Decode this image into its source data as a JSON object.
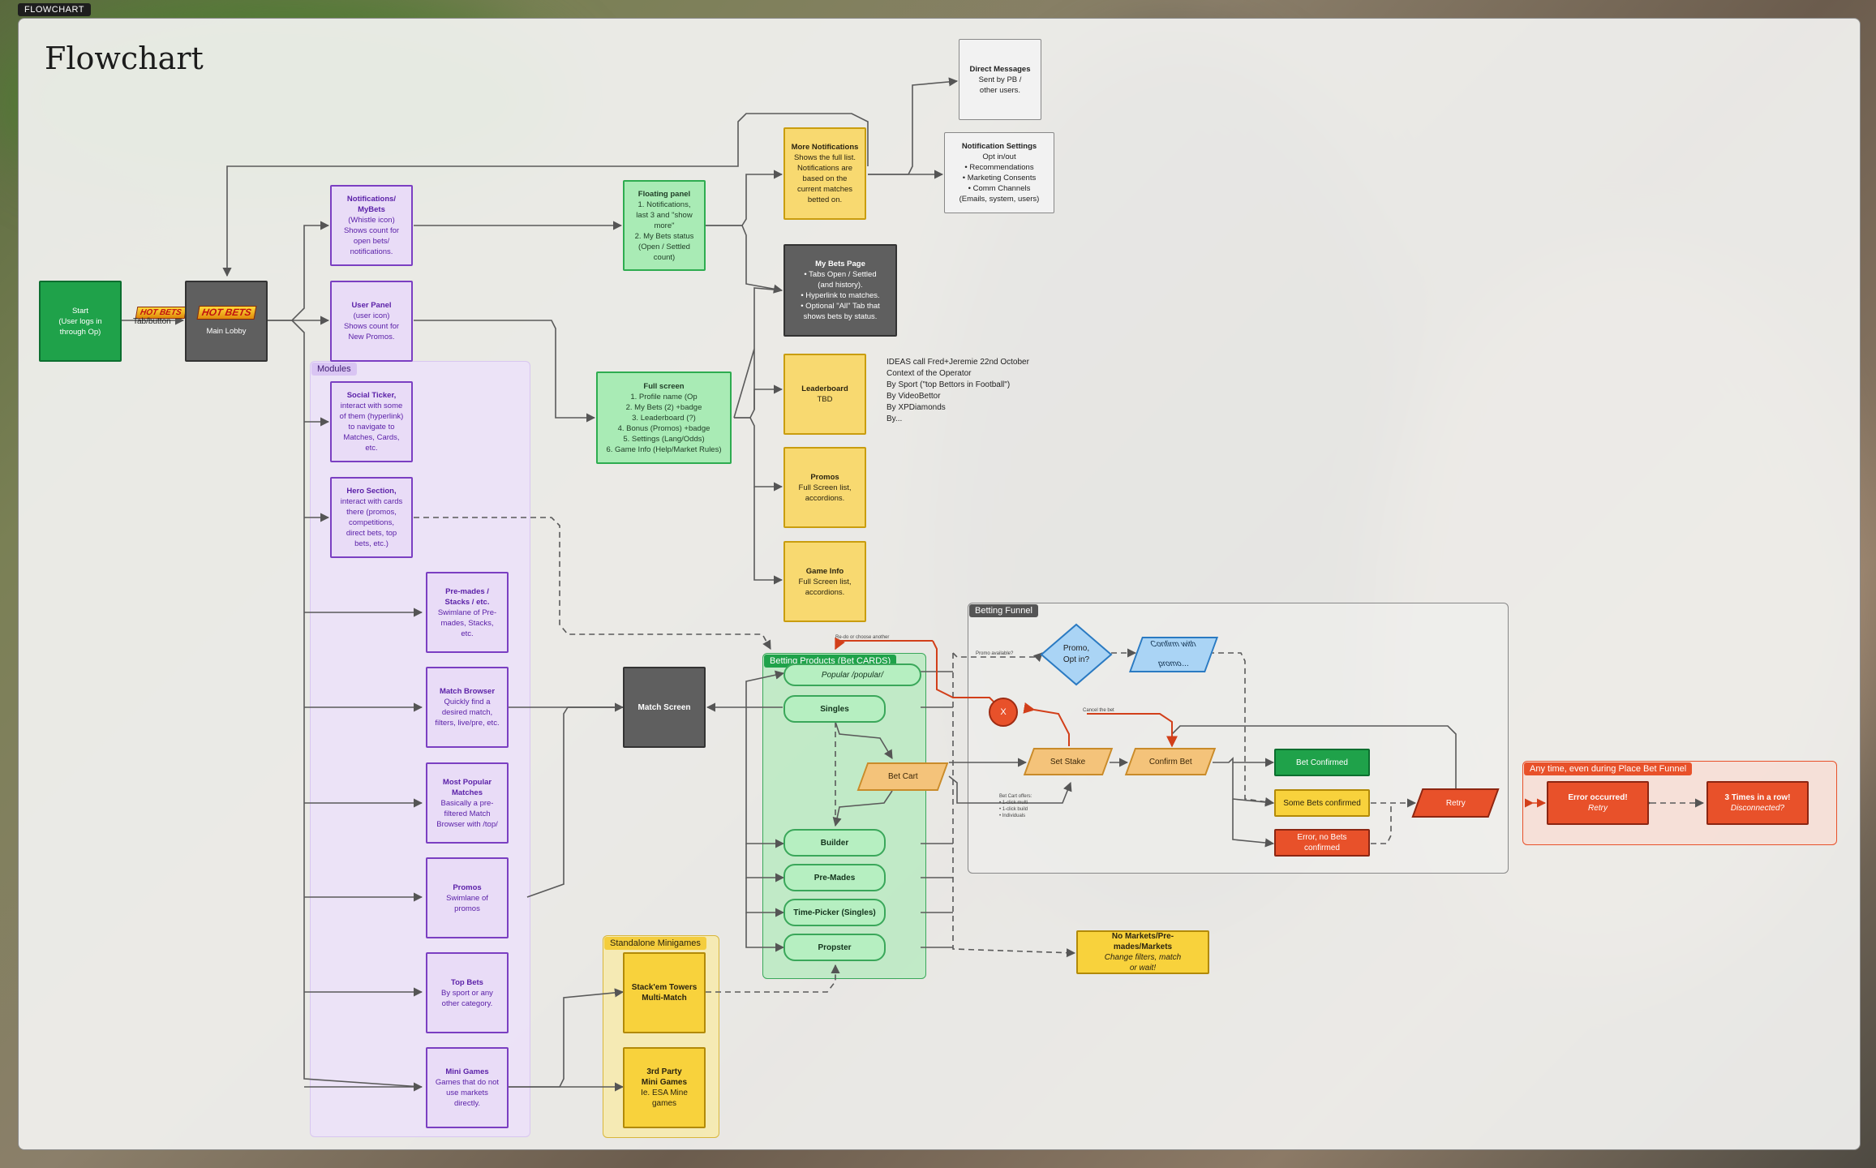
{
  "frame_tag": "FLOWCHART",
  "title": "Flowchart",
  "start": {
    "line1": "Start",
    "line2": "(User logs in",
    "line3": "through Op)"
  },
  "tab_label": "Tab/button",
  "logo_text": "HOT BETS",
  "main_lobby": "Main Lobby",
  "notifications": {
    "title": "Notifications/",
    "title2": "MyBets",
    "l1": "(Whistle icon)",
    "l2": "Shows count for",
    "l3": "open bets/",
    "l4": "notifications."
  },
  "user_panel": {
    "title": "User Panel",
    "l1": "(user icon)",
    "l2": "Shows count for",
    "l3": "New Promos."
  },
  "modules_label": "Modules",
  "social_ticker": {
    "title": "Social Ticker,",
    "l1": "interact with some",
    "l2": "of them (hyperlink)",
    "l3": "to navigate to",
    "l4": "Matches, Cards,",
    "l5": "etc."
  },
  "hero_section": {
    "title": "Hero Section,",
    "l1": "interact with cards",
    "l2": "there (promos,",
    "l3": "competitions,",
    "l4": "direct bets, top",
    "l5": "bets, etc.)"
  },
  "premades": {
    "title": "Pre-mades /",
    "title2": "Stacks / etc.",
    "l1": "Swimlane of Pre-",
    "l2": "mades, Stacks,",
    "l3": "etc."
  },
  "match_browser": {
    "title": "Match Browser",
    "l1": "Quickly find a",
    "l2": "desired match,",
    "l3": "filters, live/pre, etc."
  },
  "most_popular": {
    "title": "Most Popular",
    "title2": "Matches",
    "l1": "Basically a pre-",
    "l2": "filtered Match",
    "l3": "Browser with /top/"
  },
  "promos_module": {
    "title": "Promos",
    "l1": "Swimlane of",
    "l2": "promos"
  },
  "top_bets": {
    "title": "Top Bets",
    "l1": "By sport or any",
    "l2": "other category."
  },
  "mini_games": {
    "title": "Mini Games",
    "l1": "Games that do not",
    "l2": "use markets",
    "l3": "directly."
  },
  "floating_panel": {
    "title": "Floating panel",
    "l1": "1. Notifications,",
    "l2": "last 3 and \"show",
    "l3": "more\"",
    "l4": "2. My Bets status",
    "l5": "(Open / Settled",
    "l6": "count)"
  },
  "full_screen": {
    "title": "Full screen",
    "l1": "1. Profile name (Op",
    "l2": "2. My Bets (2) +badge",
    "l3": "3. Leaderboard (?)",
    "l4": "4. Bonus (Promos) +badge",
    "l5": "5. Settings (Lang/Odds)",
    "l6": "6. Game Info (Help/Market Rules)"
  },
  "more_notifications": {
    "title": "More Notifications",
    "l1": "Shows the full list.",
    "l2": "Notifications are",
    "l3": "based on the",
    "l4": "current matches",
    "l5": "betted on."
  },
  "my_bets_page": {
    "title": "My Bets Page",
    "l1": "• Tabs Open / Settled",
    "l2": "(and history).",
    "l3": "• Hyperlink to matches.",
    "l4": "• Optional \"All\" Tab that",
    "l5": "shows bets by status."
  },
  "direct_messages": {
    "title": "Direct Messages",
    "l1": "Sent by PB /",
    "l2": "other users."
  },
  "notification_settings": {
    "title": "Notification Settings",
    "l1": "Opt in/out",
    "l2": "• Recommendations",
    "l3": "• Marketing Consents",
    "l4": "• Comm Channels",
    "l5": "(Emails, system, users)"
  },
  "leaderboard": {
    "title": "Leaderboard",
    "l1": "TBD"
  },
  "promos_fs": {
    "title": "Promos",
    "l1": "Full Screen list,",
    "l2": "accordions."
  },
  "game_info": {
    "title": "Game Info",
    "l1": "Full Screen list,",
    "l2": "accordions."
  },
  "ideas": {
    "l1": "IDEAS call Fred+Jeremie 22nd October",
    "l2": "Context of the Operator",
    "l3": "By Sport (\"top Bettors in Football\")",
    "l4": "By VideoBettor",
    "l5": "By XPDiamonds",
    "l6": "By..."
  },
  "match_screen": "Match Screen",
  "betting_products_label": "Betting Products (Bet CARDS)",
  "popular": "Popular /popular/",
  "singles": "Singles",
  "builder": "Builder",
  "premades_pill": "Pre-Mades",
  "time_picker": "Time-Picker (Singles)",
  "propster": "Propster",
  "bet_cart": "Bet Cart",
  "betting_funnel_label": "Betting Funnel",
  "promo_optin": {
    "l1": "Promo,",
    "l2": "Opt in?"
  },
  "confirm_promo": {
    "l1": "Confirm with",
    "l2": "promo..."
  },
  "promo_available": "Promo available?",
  "redo_text": "Re-do or choose another",
  "cancel_text": "Cancel the bet",
  "x_label": "X",
  "set_stake": "Set Stake",
  "confirm_bet": "Confirm Bet",
  "bet_confirmed": "Bet Confirmed",
  "some_bets": "Some Bets confirmed",
  "error_no_bets": "Error, no Bets confirmed",
  "retry": "Retry",
  "bet_cart_offers": {
    "l1": "Bet Cart offers:",
    "l2": "• 1-click multi",
    "l3": "• 1-click build",
    "l4": "• Individuals"
  },
  "anytime_label": "Any time, even during Place Bet Funnel",
  "error_occurred": {
    "title": "Error occurred!",
    "l1": "Retry"
  },
  "three_times": {
    "title": "3 Times in a row!",
    "l1": "Disconnected?"
  },
  "no_markets": {
    "title": "No Markets/Pre-mades/Markets",
    "l1": "Change filters, match",
    "l2": "or wait!"
  },
  "standalone_label": "Standalone Minigames",
  "stackem": {
    "title": "Stack'em Towers",
    "title2": "Multi-Match"
  },
  "third_party": {
    "title": "3rd Party",
    "title2": "Mini Games",
    "l1": "Ie. ESA Mine",
    "l2": "games"
  },
  "colors": {
    "purple": "#7b3fc2",
    "green": "#1fa24a",
    "yellow": "#f8d970",
    "red": "#e8512a",
    "gray": "#5f5f5f"
  }
}
